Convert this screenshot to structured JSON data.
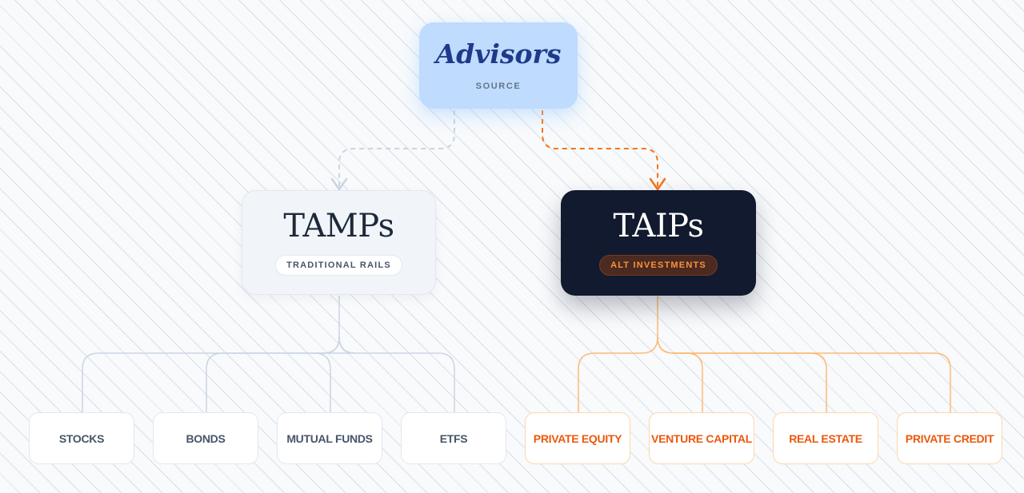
{
  "source": {
    "title": "Advisors",
    "subtitle": "SOURCE"
  },
  "hubs": {
    "tamps": {
      "title": "TAMPs",
      "tag": "TRADITIONAL RAILS"
    },
    "taips": {
      "title": "TAIPs",
      "tag": "ALT INVESTMENTS"
    }
  },
  "leaves": {
    "traditional": [
      "STOCKS",
      "BONDS",
      "MUTUAL FUNDS",
      "ETFS"
    ],
    "alternative": [
      "PRIVATE EQUITY",
      "VENTURE CAPITAL",
      "REAL ESTATE",
      "PRIVATE CREDIT"
    ]
  },
  "colors": {
    "source_fill": "#bfdbfe",
    "source_text": "#1e3a8a",
    "traditional_line": "#cbd5e1",
    "traditional_text": "#475569",
    "alt_line": "#fdba74",
    "alt_accent": "#f97316",
    "alt_text": "#ea580c",
    "dark_node": "#111a2e"
  }
}
